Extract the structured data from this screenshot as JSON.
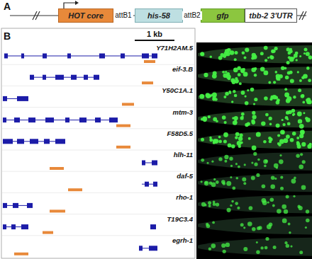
{
  "diagram": {
    "nodes": [
      {
        "text": [
          "HOT core"
        ]
      },
      {
        "text": [
          "his-58"
        ]
      },
      {
        "text": [
          "gfp"
        ]
      },
      {
        "text": [
          "tbb-2 3'UTR"
        ]
      }
    ],
    "labels": [
      "A",
      "attB1",
      "attB2",
      "B",
      "1 kb",
      "Y71H2AM.5",
      "eif-3.B",
      "Y50C1A.1",
      "mtm-3",
      "F58D5.5",
      "hlh-11",
      "daf-5",
      "rho-1",
      "T19C3.4",
      "egrh-1"
    ]
  }
}
